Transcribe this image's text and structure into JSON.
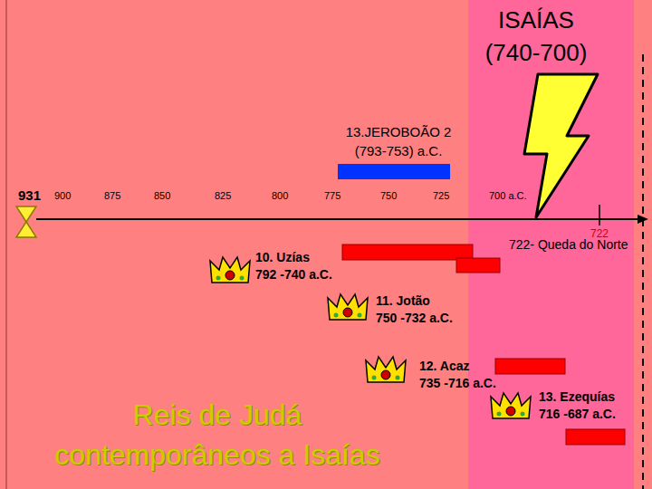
{
  "diagram": {
    "title": "Reis de Judá contemporâneos a Isaías",
    "nodes": [
      {
        "text": [
          "ISAÍAS (740-700)"
        ]
      }
    ],
    "labels": [
      "931",
      "900",
      "875",
      "850",
      "825",
      "800",
      "775",
      "750",
      "725",
      "700 a.C.",
      "722",
      "722- Queda do Norte",
      "13.JEROBOÃO 2",
      "(793-753) a.C.",
      "10. Uzías",
      "792 -740 a.C.",
      "11. Jotão",
      "750 -732 a.C.",
      "12. Acaz",
      "735 -716 a.C.",
      "13. Ezequías",
      "716 -687 a.C."
    ]
  }
}
